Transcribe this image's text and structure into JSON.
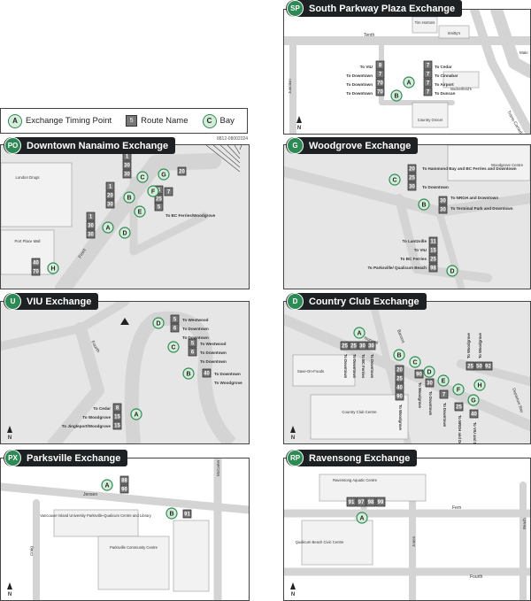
{
  "legend": {
    "bay_symbol": "A",
    "route_symbol": "5",
    "bay_c_symbol": "C",
    "exchange_timing_point": "Exchange Timing Point",
    "route_name": "Route Name",
    "bay": "Bay"
  },
  "map_code": "8812-08002024",
  "north_label": "N",
  "colors": {
    "header_bg": "#1d2124",
    "accent_green": "#2e8a55",
    "bay_fill": "#d5ecd9",
    "route_grey": "#777777",
    "road": "#d4d4d4"
  },
  "panels": [
    {
      "code": "SP",
      "title": "South Parkway Plaza Exchange",
      "streets": [
        "Tenth",
        "Junction",
        "Trans-Canada Hwy",
        "Maki"
      ],
      "places": [
        "Tim Hortons",
        "Smitty's",
        "Buckerfield's",
        "Country Grocer"
      ],
      "bays": [
        {
          "letter": "A",
          "routes": [
            "7",
            "7",
            "7",
            "7"
          ],
          "destinations": [
            "To Cedar",
            "To Cinnabar",
            "To Airport",
            "To Duncan"
          ]
        },
        {
          "letter": "B",
          "routes": [
            "8",
            "7",
            "70",
            "70"
          ],
          "destinations": [
            "To VIU",
            "To Downtown",
            "To Downtown",
            "To Downtown"
          ]
        }
      ]
    },
    {
      "code": "PO",
      "title": "Downtown Nanaimo Exchange",
      "streets": [
        "Front"
      ],
      "places": [
        "London Drugs",
        "Port Place Mall"
      ],
      "bays": [
        {
          "letter": "A",
          "routes": [
            "1",
            "30",
            "30"
          ]
        },
        {
          "letter": "B",
          "routes": [
            "1",
            "20",
            "30"
          ]
        },
        {
          "letter": "C",
          "routes": [
            "1",
            "30",
            "30"
          ]
        },
        {
          "letter": "D",
          "routes": [
            "5"
          ]
        },
        {
          "letter": "E",
          "routes": [
            "6",
            "25"
          ],
          "destinations": [
            "To BC Ferries/Woodgrove"
          ]
        },
        {
          "letter": "F",
          "routes": [
            "7"
          ]
        },
        {
          "letter": "G",
          "routes": [
            "20"
          ]
        },
        {
          "letter": "H",
          "routes": [
            "40",
            "70"
          ]
        }
      ]
    },
    {
      "code": "G",
      "title": "Woodgrove Exchange",
      "places": [
        "Woodgrove Centre"
      ],
      "bays": [
        {
          "letter": "C",
          "routes": [
            "20",
            "25",
            "30"
          ],
          "destinations": [
            "To Hammond Bay and BC Ferries and Downtown",
            "To Downtown"
          ]
        },
        {
          "letter": "B",
          "routes": [
            "30",
            "30"
          ],
          "destinations": [
            "To NRGH and Downtown",
            "To Terminal Park and Downtown"
          ]
        },
        {
          "letter": "D",
          "routes": [
            "11",
            "15",
            "25",
            "98"
          ],
          "destinations": [
            "To Lantzville",
            "To VIU",
            "To BC Ferries",
            "To Parksville/ Qualicum Beach"
          ]
        }
      ]
    },
    {
      "code": "U",
      "title": "VIU Exchange",
      "streets": [
        "Fourth"
      ],
      "bays": [
        {
          "letter": "D",
          "routes": [
            "5",
            "6"
          ],
          "destinations": [
            "To Westwood",
            "To Downtown",
            "To Downtown"
          ]
        },
        {
          "letter": "C",
          "routes": [
            "5",
            "6"
          ],
          "destinations": [
            "To Westwood",
            "To Downtown",
            "To Downtown"
          ]
        },
        {
          "letter": "B",
          "routes": [
            "40"
          ],
          "destinations": [
            "To Downtown",
            "To Woodgrove"
          ]
        },
        {
          "letter": "A",
          "routes": [
            "8",
            "15",
            "15"
          ],
          "destinations": [
            "To Cedar",
            "To Woodgrove",
            "To Jingleport/Woodgrove"
          ]
        }
      ]
    },
    {
      "code": "D",
      "title": "Country Club Exchange",
      "streets": [
        "Norwell",
        "Barons",
        "Departure Bay"
      ],
      "places": [
        "Save-On-Foods",
        "Country Club Centre"
      ],
      "bays": [
        {
          "letter": "A",
          "routes": [
            "25",
            "25",
            "30",
            "30"
          ],
          "destinations": [
            "To Downtown",
            "To Downtown",
            "To BC Ferries",
            "To Downtown"
          ]
        },
        {
          "letter": "B",
          "routes": [
            "20",
            "25",
            "40",
            "90"
          ],
          "destinations": [
            "To Woodgrove"
          ]
        },
        {
          "letter": "C",
          "routes": [
            "90"
          ],
          "destinations": [
            "To Woodgrove"
          ]
        },
        {
          "letter": "D",
          "routes": [
            "30"
          ],
          "destinations": [
            "To Downtown"
          ]
        },
        {
          "letter": "E",
          "routes": [
            "7"
          ],
          "destinations": [
            "To Downtown"
          ]
        },
        {
          "letter": "F",
          "routes": [
            "25"
          ],
          "destinations": [
            "To NRGH and Downtown"
          ]
        },
        {
          "letter": "G",
          "routes": [
            "40"
          ],
          "destinations": [
            "To VIU and Downtown"
          ]
        },
        {
          "letter": "H",
          "routes": [
            "25",
            "50",
            "92"
          ],
          "destinations": [
            "To Woodgrove",
            "To Woodgrove"
          ]
        }
      ]
    },
    {
      "code": "PX",
      "title": "Parksville Exchange",
      "streets": [
        "Jensen",
        "McCarter",
        "Craig"
      ],
      "places": [
        "Vancouver Island University Parksville-Qualicum Centre and Library",
        "Parksville Community Centre"
      ],
      "bays": [
        {
          "letter": "A",
          "routes": [
            "88",
            "90"
          ]
        },
        {
          "letter": "B",
          "routes": [
            "91"
          ]
        }
      ]
    },
    {
      "code": "RP",
      "title": "Ravensong Exchange",
      "streets": [
        "Fern",
        "Jones",
        "Beach",
        "Fourth"
      ],
      "places": [
        "Ravensong Aquatic Centre",
        "Qualicum Beach Civic Centre"
      ],
      "bays": [
        {
          "letter": "A",
          "routes": [
            "91",
            "97",
            "98",
            "99"
          ]
        }
      ]
    }
  ]
}
